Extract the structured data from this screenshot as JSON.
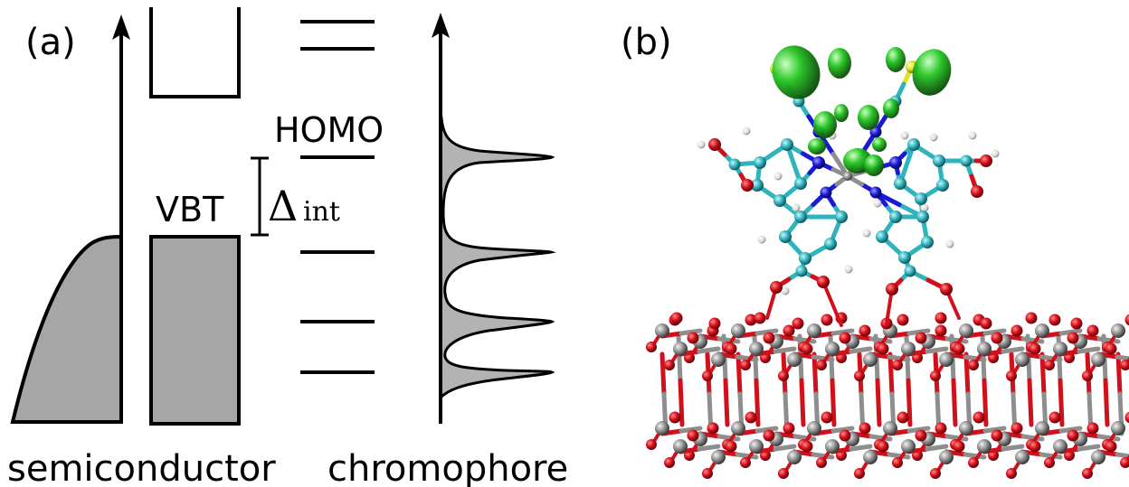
{
  "panel_a": {
    "label": "(a)",
    "homo_label": "HOMO",
    "vbt_label": "VBT",
    "delta_symbol": "Δ",
    "delta_subscript": "int",
    "semiconductor_label": "semiconductor",
    "chromophore_label": "chromophore"
  },
  "panel_b": {
    "label": "(b)"
  },
  "colors": {
    "band_fill": "#a6a6a6",
    "peak_fill": "#b3b3b3",
    "oxygen": "#d0101a",
    "metal": "#8e8e8e",
    "carbon": "#2fb3bd",
    "nitrogen": "#1a1ad6",
    "hydrogen": "#e8e8e8",
    "sulfur": "#e2e22a",
    "orbital": "#22c41f"
  }
}
